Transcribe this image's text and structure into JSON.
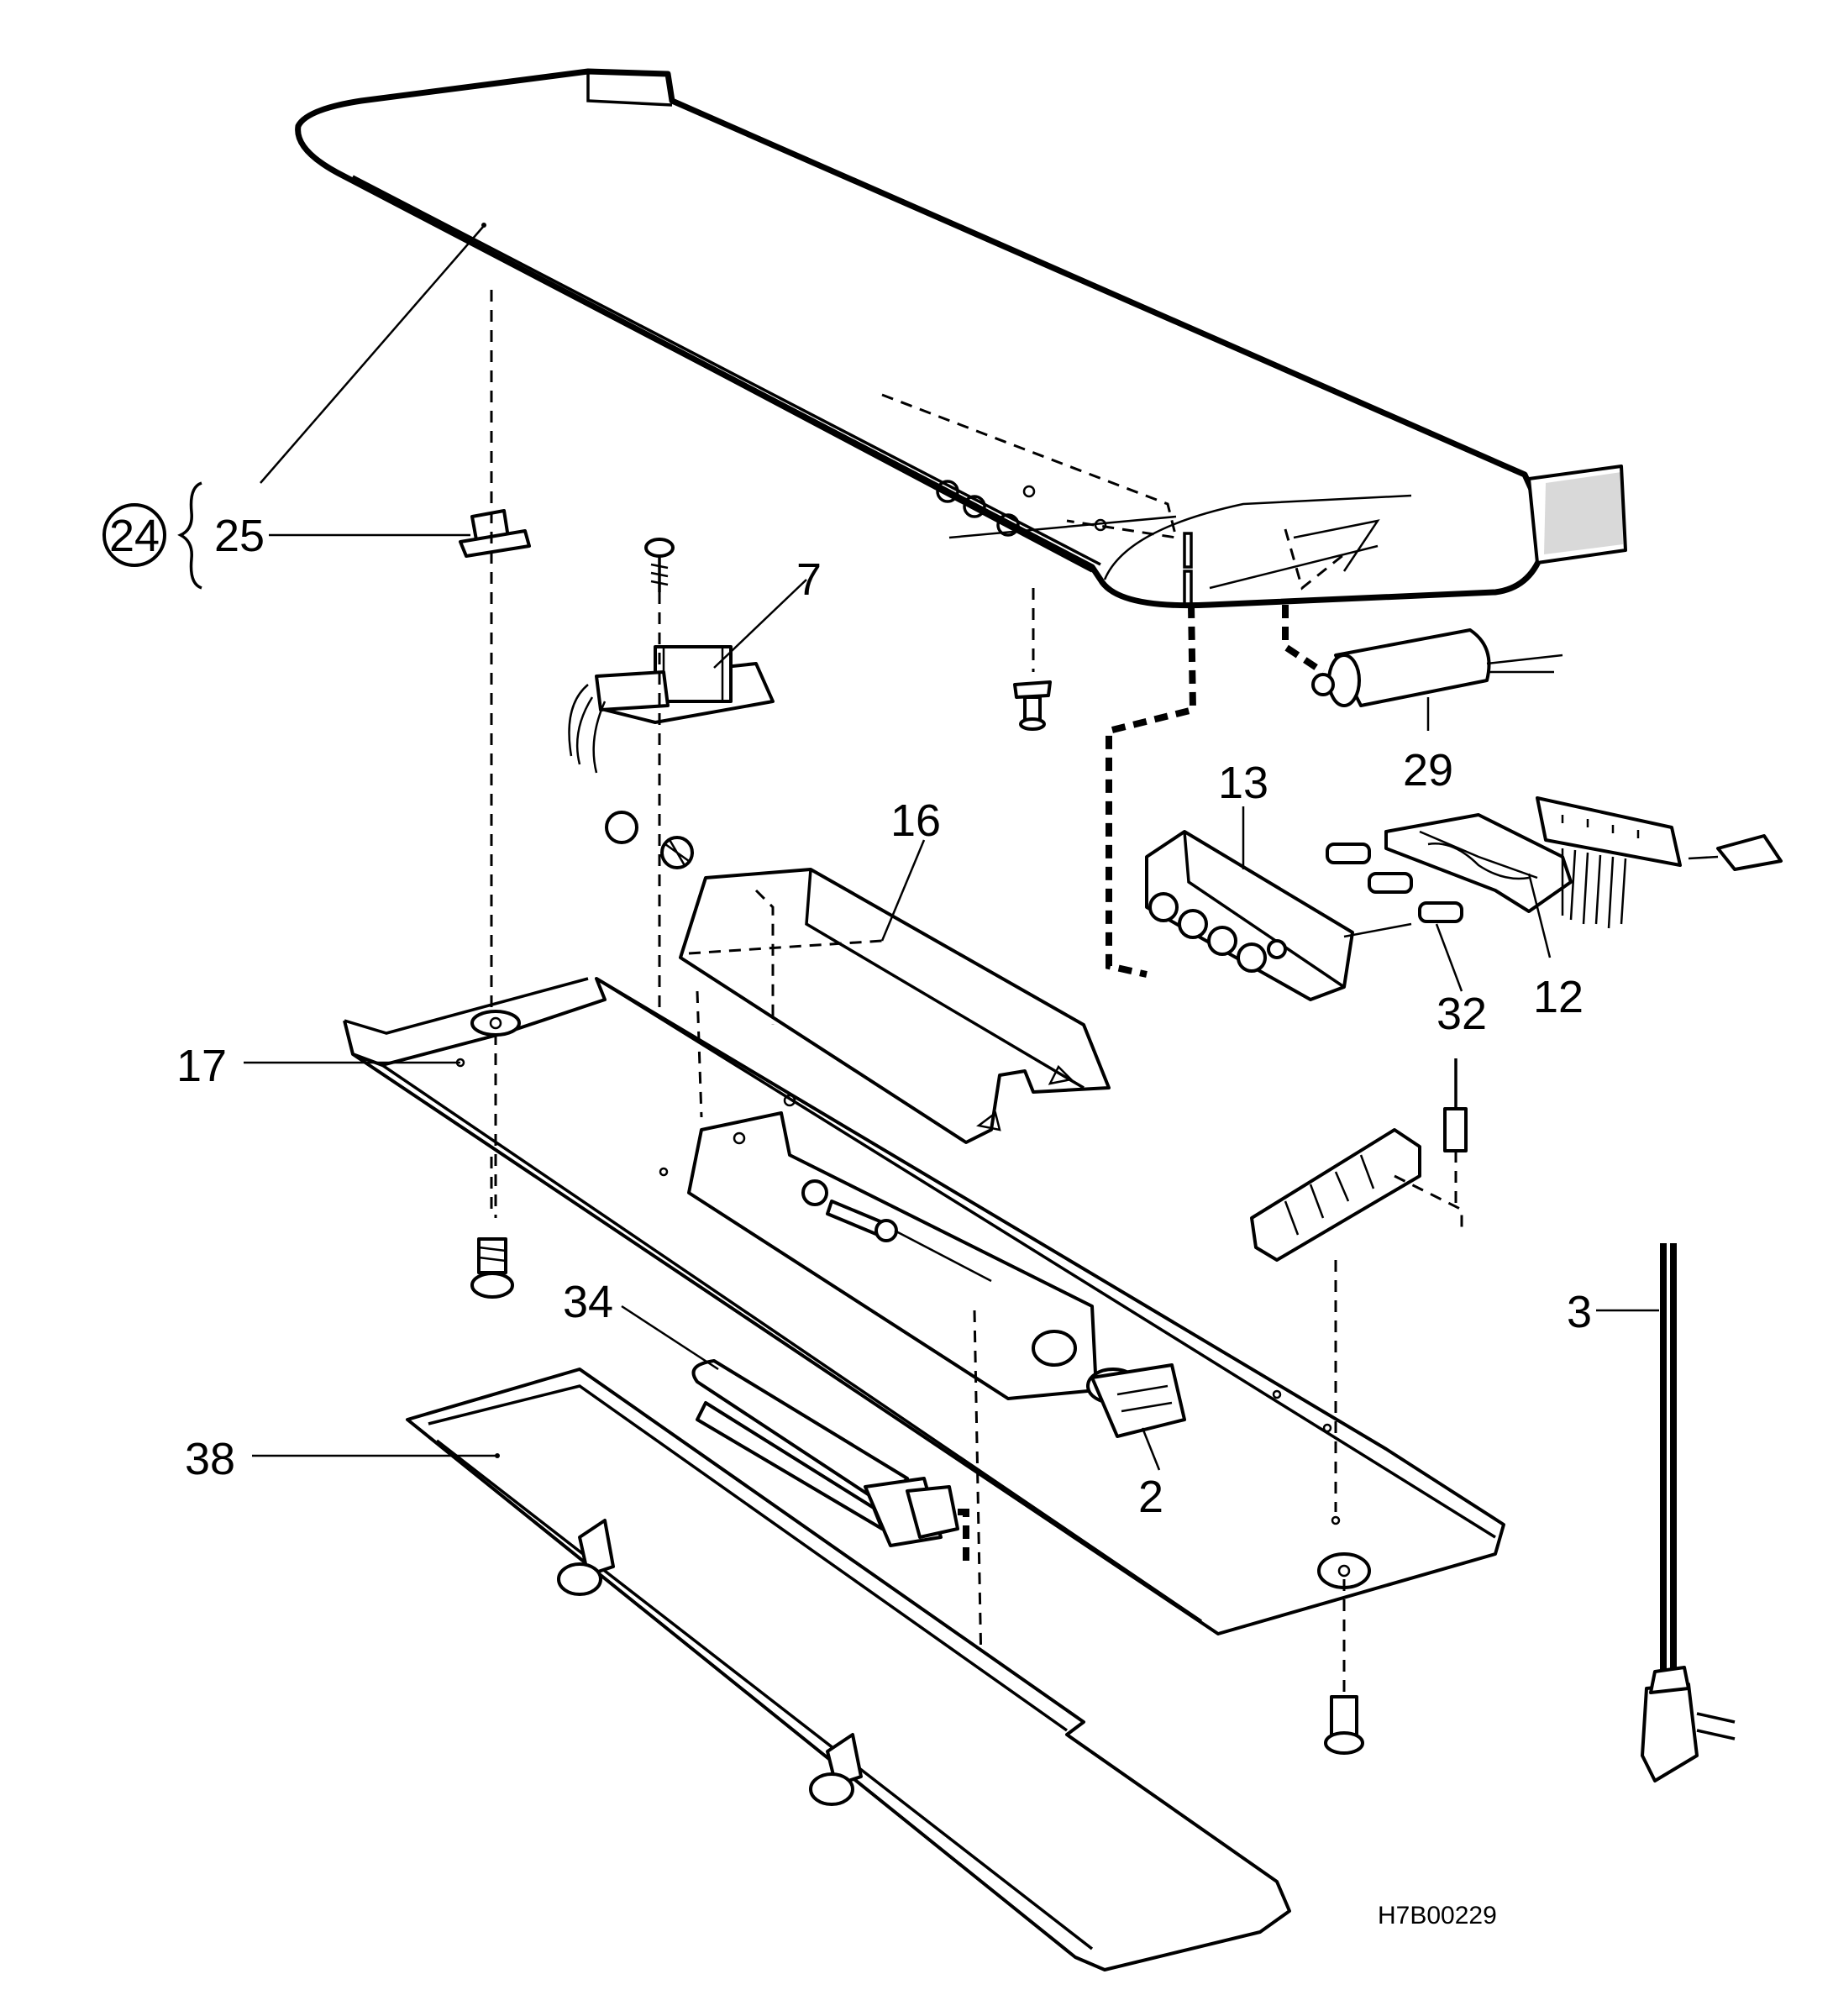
{
  "labels": {
    "p24": "24",
    "p25a": "25",
    "p7": "7",
    "p16": "16",
    "p17": "17",
    "p13": "13",
    "p29": "29",
    "p32": "32",
    "p12": "12",
    "p3": "3",
    "p34": "34",
    "p38": "38",
    "p2": "2"
  },
  "drawing_ref": "H7B00229"
}
